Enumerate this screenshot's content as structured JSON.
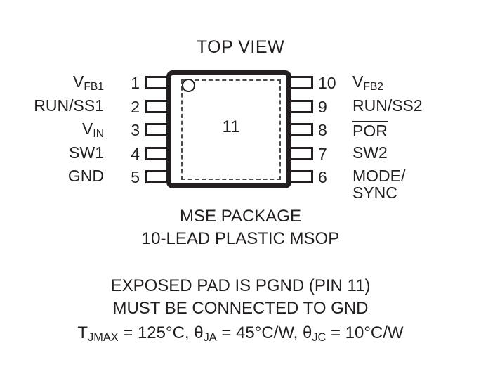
{
  "diagram": {
    "view_title": "TOP VIEW",
    "package_caption_line1": "MSE PACKAGE",
    "package_caption_line2": "10-LEAD PLASTIC MSOP",
    "exposed_pad_number": "11",
    "notes": {
      "line1": "EXPOSED PAD IS PGND (PIN 11)",
      "line2": "MUST BE CONNECTED TO GND"
    },
    "thermal": {
      "tjmax_symbol": "T",
      "tjmax_sub": "JMAX",
      "tjmax_value": " = 125°C, ",
      "theta_ja_symbol": "θ",
      "theta_ja_sub": "JA",
      "theta_ja_value": " = 45°C/W, ",
      "theta_jc_symbol": "θ",
      "theta_jc_sub": "JC",
      "theta_jc_value": " = 10°C/W"
    },
    "colors": {
      "ink": "#231f20",
      "background": "#ffffff",
      "pad_outline": "#4a4a4a"
    }
  },
  "pins_left": [
    {
      "number": "1",
      "label_main": "V",
      "label_sub": "FB1",
      "overline": false
    },
    {
      "number": "2",
      "label_main": "RUN/SS1",
      "label_sub": "",
      "overline": false
    },
    {
      "number": "3",
      "label_main": "V",
      "label_sub": "IN",
      "overline": false
    },
    {
      "number": "4",
      "label_main": "SW1",
      "label_sub": "",
      "overline": false
    },
    {
      "number": "5",
      "label_main": "GND",
      "label_sub": "",
      "overline": false
    }
  ],
  "pins_right": [
    {
      "number": "10",
      "label_main": "V",
      "label_sub": "FB2",
      "overline": false,
      "label_line2": ""
    },
    {
      "number": "9",
      "label_main": "RUN/SS2",
      "label_sub": "",
      "overline": false,
      "label_line2": ""
    },
    {
      "number": "8",
      "label_main": "POR",
      "label_sub": "",
      "overline": true,
      "label_line2": ""
    },
    {
      "number": "7",
      "label_main": "SW2",
      "label_sub": "",
      "overline": false,
      "label_line2": ""
    },
    {
      "number": "6",
      "label_main": "MODE/",
      "label_sub": "",
      "overline": false,
      "label_line2": "SYNC"
    }
  ]
}
